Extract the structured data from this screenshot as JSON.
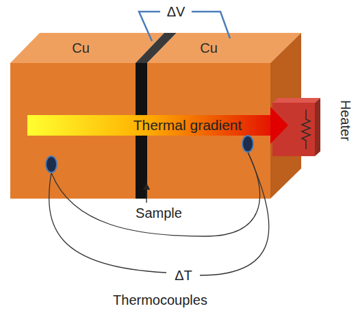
{
  "diagram": {
    "nodes": [
      {
        "text": [
          "Cu"
        ]
      },
      {
        "text": [
          "Cu"
        ]
      },
      {
        "text": [
          "Heater"
        ]
      }
    ],
    "labels": [
      "ΔV",
      "Thermal gradient",
      "Sample",
      "ΔT",
      "Thermocouples"
    ]
  }
}
